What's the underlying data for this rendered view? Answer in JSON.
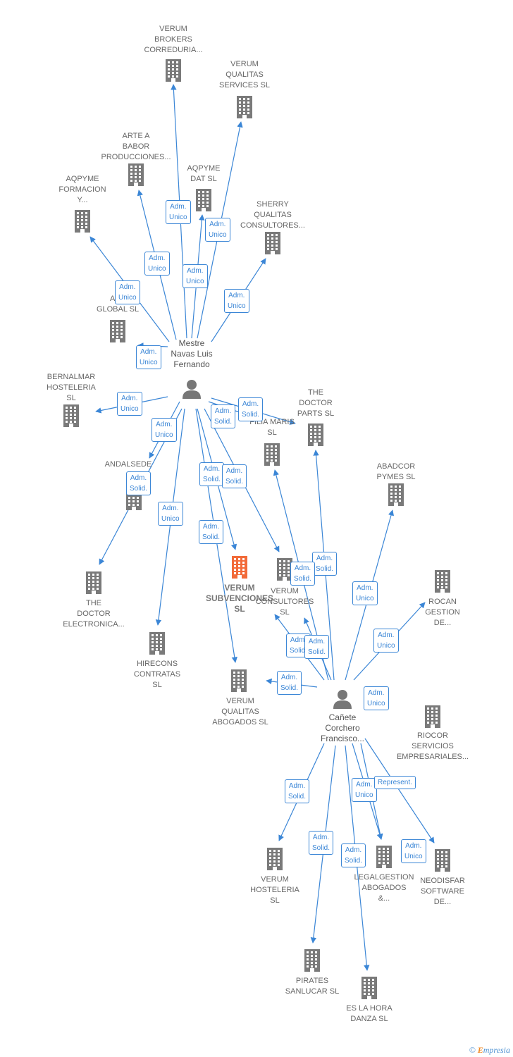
{
  "colors": {
    "edge": "#3b86d6",
    "building": "#7a7a7a",
    "main": "#f26b3a",
    "person": "#777777"
  },
  "people": [
    {
      "id": "mestre",
      "name": "Mestre\nNavas Luis\nFernando",
      "icon": "person-icon"
    },
    {
      "id": "canete",
      "name": "Cañete\nCorchero\nFrancisco...",
      "icon": "person-icon"
    }
  ],
  "companies": [
    {
      "id": "verum_brokers",
      "name": "VERUM\nBROKERS\nCORREDURIA..."
    },
    {
      "id": "verum_qualitas_services",
      "name": "VERUM\nQUALITAS\nSERVICES  SL"
    },
    {
      "id": "arte_a_babor",
      "name": "ARTE A\nBABOR\nPRODUCCIONES..."
    },
    {
      "id": "aqpyme_dat",
      "name": "AQPYME\nDAT SL"
    },
    {
      "id": "aqpyme_formacion",
      "name": "AQPYME\nFORMACION\nY..."
    },
    {
      "id": "sherry_qualitas",
      "name": "SHERRY\nQUALITAS\nCONSULTORES..."
    },
    {
      "id": "ase_global",
      "name": "ASE\nGLOBAL SL"
    },
    {
      "id": "bernalmar",
      "name": "BERNALMAR\nHOSTELERIA\nSL"
    },
    {
      "id": "the_doctor_parts",
      "name": "THE\nDOCTOR\nPARTS  SL"
    },
    {
      "id": "filia_maris",
      "name": "FILIA MARIS\nSL"
    },
    {
      "id": "abadcor",
      "name": "ABADCOR\nPYMES  SL"
    },
    {
      "id": "andalsede",
      "name": "ANDALSEDE"
    },
    {
      "id": "verum_subvenciones",
      "name": "VERUM\nSUBVENCIONES\nSL",
      "main": true
    },
    {
      "id": "verum_consultores",
      "name": "VERUM\nCONSULTORES\nSL"
    },
    {
      "id": "rocan",
      "name": "ROCAN\nGESTION\nDE..."
    },
    {
      "id": "the_doctor_electronica",
      "name": "THE\nDOCTOR\nELECTRONICA..."
    },
    {
      "id": "hirecons",
      "name": "HIRECONS\nCONTRATAS\nSL"
    },
    {
      "id": "verum_qualitas_abogados",
      "name": "VERUM\nQUALITAS\nABOGADOS  SL"
    },
    {
      "id": "riocor",
      "name": "RIOCOR\nSERVICIOS\nEMPRESARIALES..."
    },
    {
      "id": "verum_hosteleria",
      "name": "VERUM\nHOSTELERIA\nSL"
    },
    {
      "id": "legalgestion",
      "name": "LEGALGESTION\nABOGADOS\n&..."
    },
    {
      "id": "neodisfar",
      "name": "NEODISFAR\nSOFTWARE\nDE..."
    },
    {
      "id": "pirates",
      "name": "PIRATES\nSANLUCAR  SL"
    },
    {
      "id": "es_la_hora",
      "name": "ES LA HORA\nDANZA  SL"
    }
  ],
  "relations": [
    {
      "from": "mestre",
      "to": "verum_brokers",
      "label": "Adm.\nUnico"
    },
    {
      "from": "mestre",
      "to": "verum_qualitas_services",
      "label": "Adm.\nUnico"
    },
    {
      "from": "mestre",
      "to": "arte_a_babor",
      "label": "Adm.\nUnico"
    },
    {
      "from": "mestre",
      "to": "aqpyme_dat",
      "label": "Adm.\nUnico"
    },
    {
      "from": "mestre",
      "to": "aqpyme_formacion",
      "label": "Adm.\nUnico"
    },
    {
      "from": "mestre",
      "to": "sherry_qualitas",
      "label": "Adm.\nUnico"
    },
    {
      "from": "mestre",
      "to": "ase_global",
      "label": "Adm.\nUnico"
    },
    {
      "from": "mestre",
      "to": "bernalmar",
      "label": "Adm.\nUnico"
    },
    {
      "from": "mestre",
      "to": "the_doctor_parts",
      "label": "Adm.\nSolid."
    },
    {
      "from": "mestre",
      "to": "filia_maris",
      "label": "Adm.\nSolid."
    },
    {
      "from": "mestre",
      "to": "andalsede",
      "label": "Adm.\nUnico"
    },
    {
      "from": "mestre",
      "to": "the_doctor_electronica",
      "label": "Adm.\nSolid."
    },
    {
      "from": "mestre",
      "to": "hirecons",
      "label": "Adm.\nUnico"
    },
    {
      "from": "mestre",
      "to": "verum_subvenciones",
      "label": "Adm.\nSolid."
    },
    {
      "from": "mestre",
      "to": "verum_qualitas_abogados",
      "label": "Adm.\nSolid."
    },
    {
      "from": "mestre",
      "to": "verum_consultores",
      "label": "Adm.\nSolid."
    },
    {
      "from": "canete",
      "to": "the_doctor_parts",
      "label": "Adm.\nSolid."
    },
    {
      "from": "canete",
      "to": "filia_maris",
      "label": "Adm.\nSolid."
    },
    {
      "from": "canete",
      "to": "abadcor",
      "label": "Adm.\nUnico"
    },
    {
      "from": "canete",
      "to": "rocan",
      "label": "Adm.\nUnico"
    },
    {
      "from": "canete",
      "to": "verum_consultores",
      "label": "Adm.\nSolid."
    },
    {
      "from": "canete",
      "to": "verum_subvenciones",
      "label": "Adm.\nSolid."
    },
    {
      "from": "canete",
      "to": "verum_qualitas_abogados",
      "label": "Adm.\nSolid."
    },
    {
      "from": "canete",
      "to": "riocor",
      "label": "Adm.\nUnico"
    },
    {
      "from": "canete",
      "to": "verum_hosteleria",
      "label": "Adm.\nSolid."
    },
    {
      "from": "canete",
      "to": "legalgestion",
      "label": "Adm.\nUnico"
    },
    {
      "from": "canete",
      "to": "legalgestion",
      "label": "Represent."
    },
    {
      "from": "canete",
      "to": "neodisfar",
      "label": "Adm.\nUnico"
    },
    {
      "from": "canete",
      "to": "pirates",
      "label": "Adm.\nSolid."
    },
    {
      "from": "canete",
      "to": "es_la_hora",
      "label": "Adm.\nSolid."
    }
  ],
  "footer": {
    "copyright": "©",
    "brand_e": "E",
    "brand_rest": "mpresia"
  }
}
